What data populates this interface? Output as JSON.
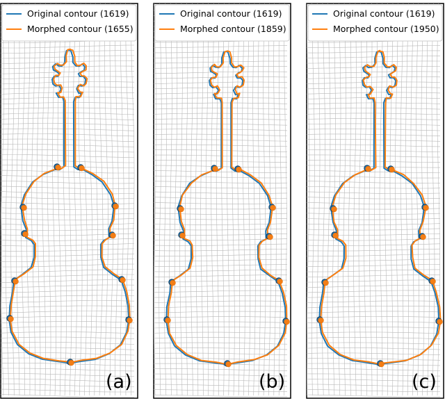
{
  "colors": {
    "original": "#1f77b4",
    "morphed": "#ff7f0e",
    "grid": "#b8b8b8",
    "frame": "#000000"
  },
  "panels": [
    {
      "label": "(a)",
      "legend": [
        "Original contour (1619)",
        "Morphed contour (1655)"
      ]
    },
    {
      "label": "(b)",
      "legend": [
        "Original contour (1619)",
        "Morphed contour (1859)"
      ]
    },
    {
      "label": "(c)",
      "legend": [
        "Original contour (1619)",
        "Morphed contour (1950)"
      ]
    }
  ]
}
